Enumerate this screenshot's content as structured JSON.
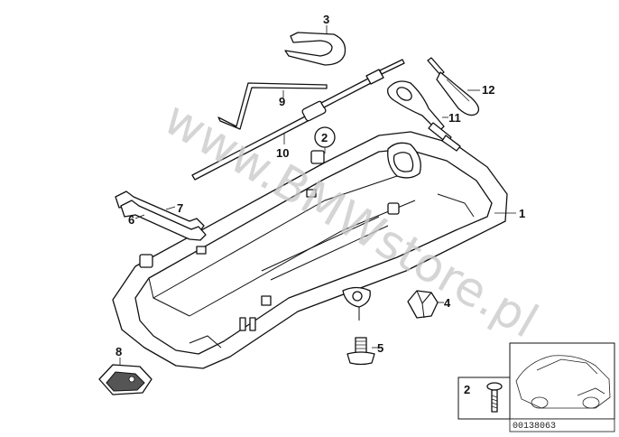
{
  "callouts": {
    "p1": "1",
    "p2": "2",
    "p3": "3",
    "p4": "4",
    "p5": "5",
    "p6": "6",
    "p7": "7",
    "p8": "8",
    "p9": "9",
    "p10": "10",
    "p11": "11",
    "p12": "12",
    "inset2": "2"
  },
  "watermark": "www.BMWstore.pl",
  "reference_code": "00138063"
}
